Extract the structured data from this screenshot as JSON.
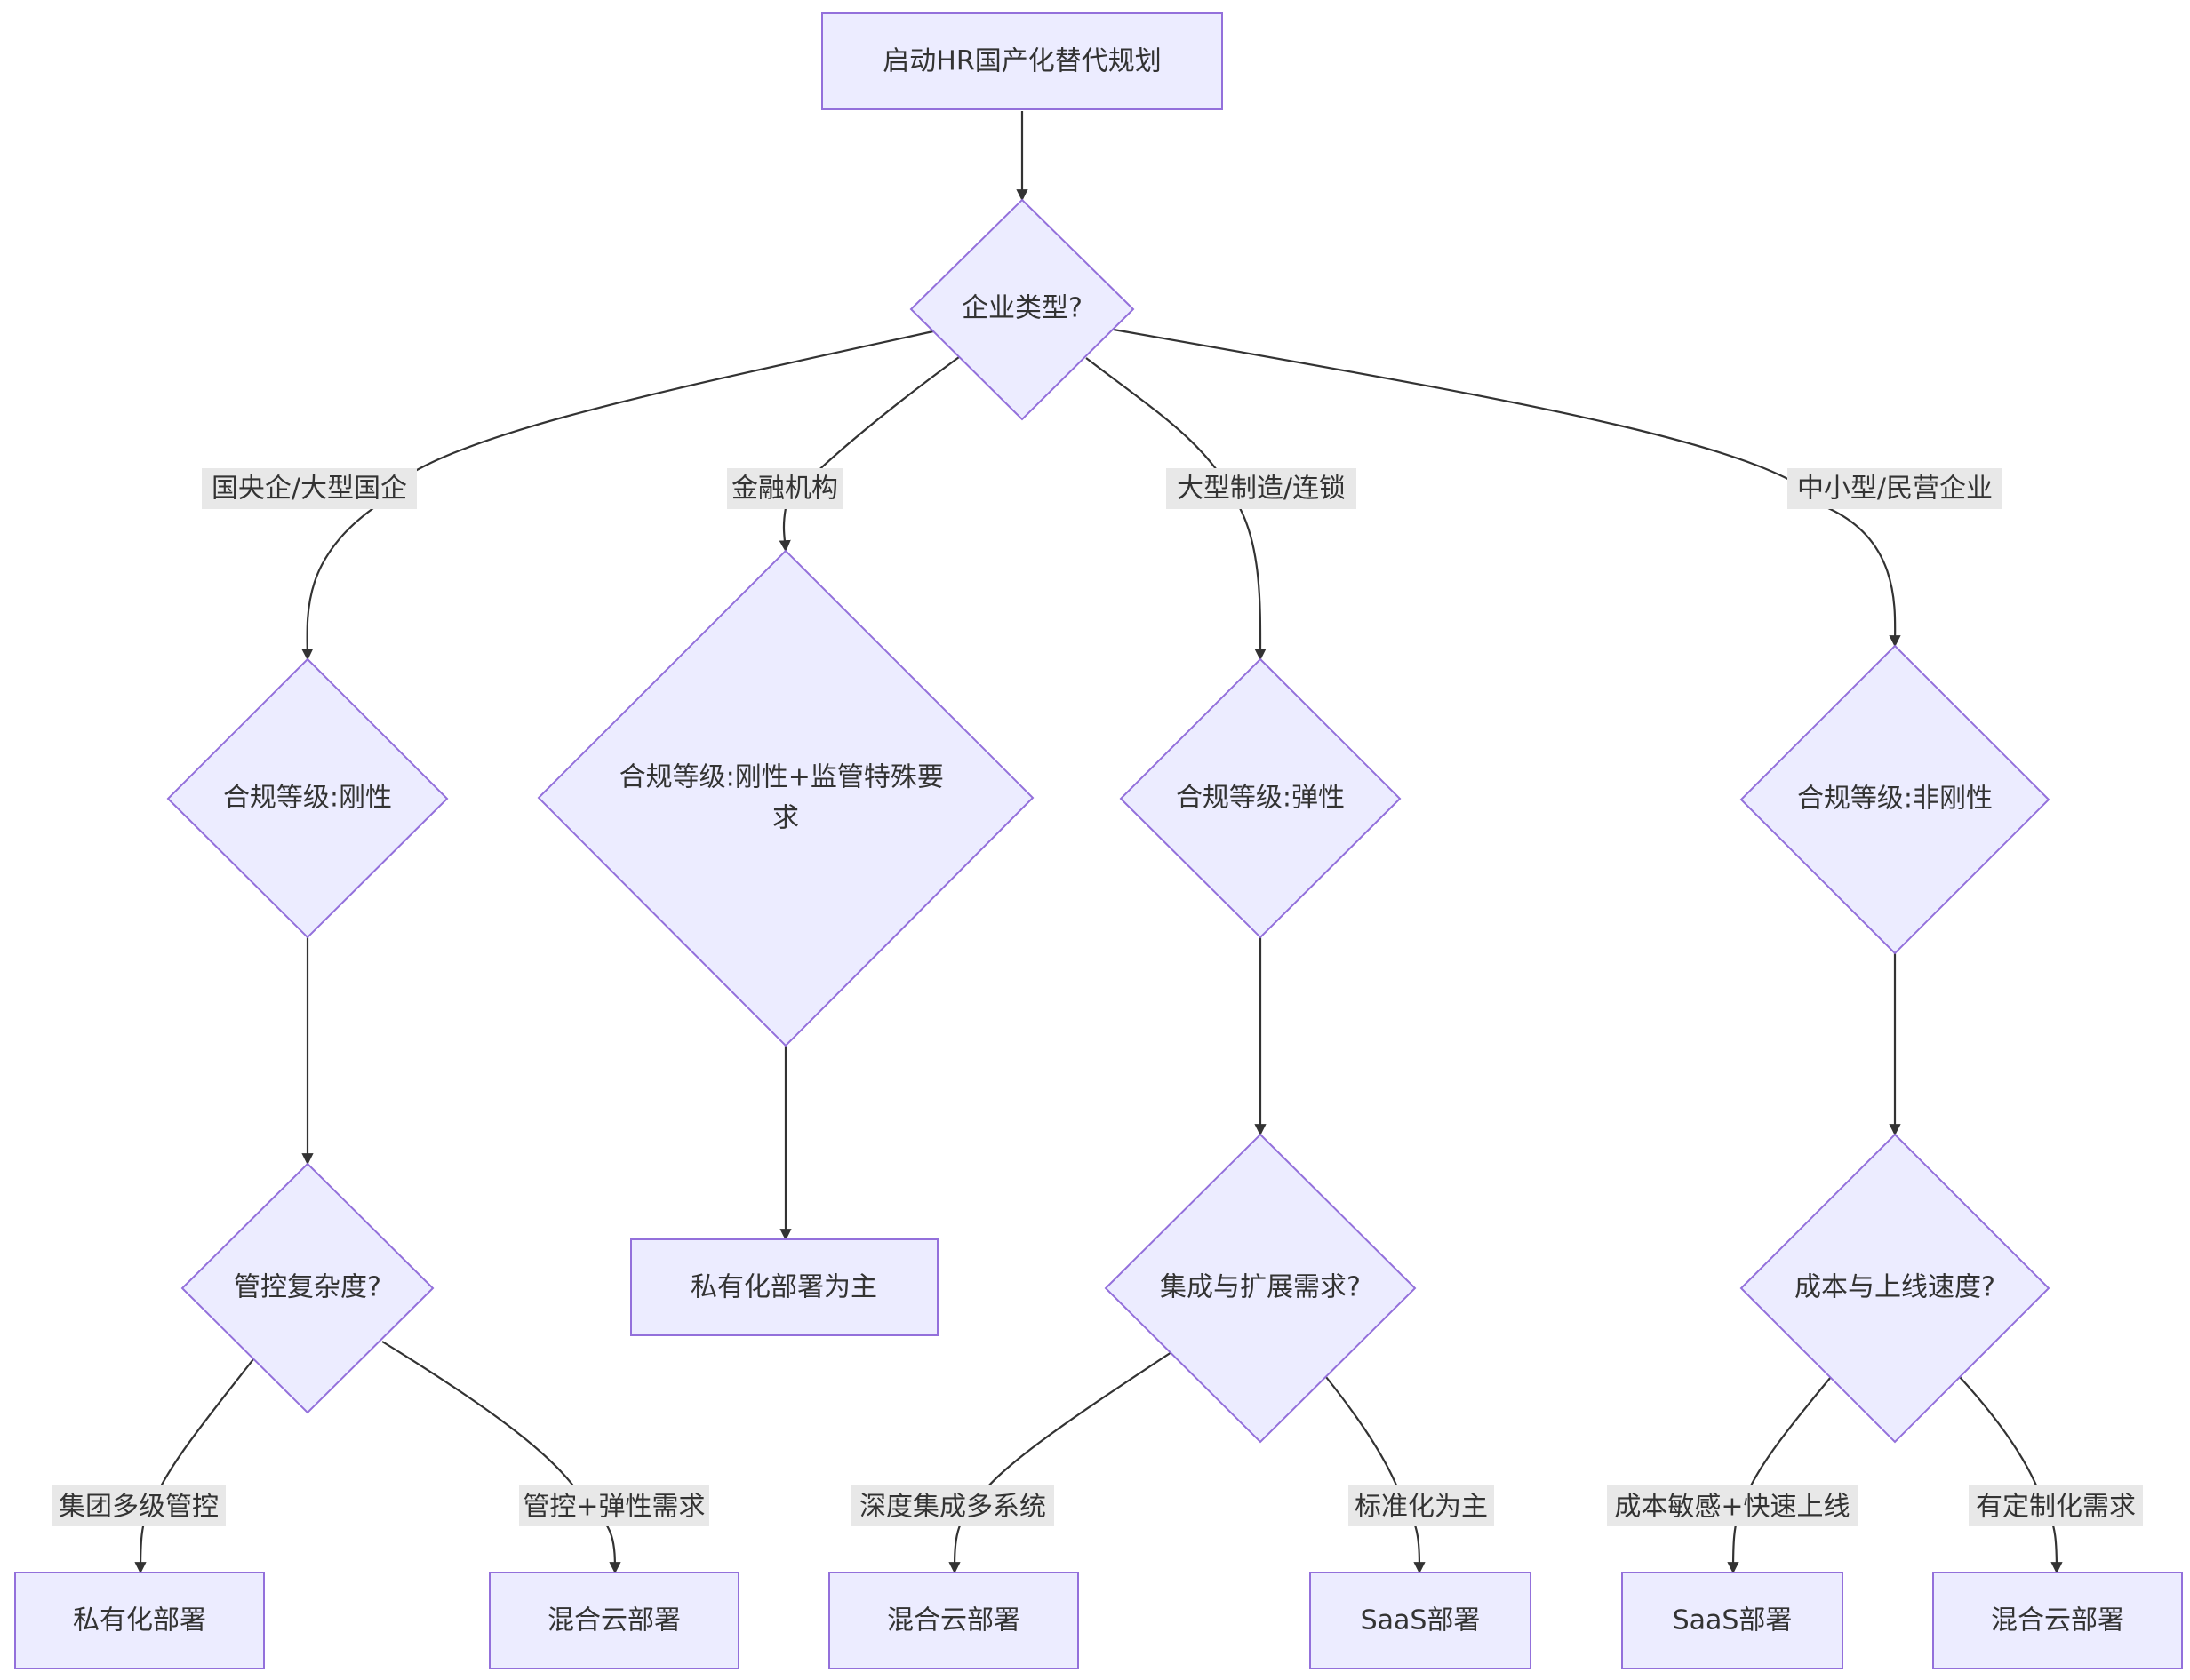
{
  "nodes": {
    "start": "启动HR国产化替代规划",
    "q_type": "企业类型?",
    "c_rigid": "合规等级:刚性",
    "c_fin": "合规等级:刚性+监管特殊要求",
    "c_elastic": "合规等级:弹性",
    "c_nonrigid": "合规等级:非刚性",
    "q_control": "管控复杂度?",
    "r_fin": "私有化部署为主",
    "q_integration": "集成与扩展需求?",
    "q_cost": "成本与上线速度?",
    "r_private": "私有化部署",
    "r_hybrid1": "混合云部署",
    "r_hybrid2": "混合云部署",
    "r_saas1": "SaaS部署",
    "r_saas2": "SaaS部署",
    "r_hybrid3": "混合云部署"
  },
  "edge_labels": {
    "e_soe": "国央企/大型国企",
    "e_fin": "金融机构",
    "e_mfg": "大型制造/连锁",
    "e_sme": "中小型/民营企业",
    "e_group": "集团多级管控",
    "e_ctrl": "管控+弹性需求",
    "e_deep": "深度集成多系统",
    "e_std": "标准化为主",
    "e_cost": "成本敏感+快速上线",
    "e_custom": "有定制化需求"
  },
  "colors": {
    "node_fill": "#ececff",
    "node_stroke": "#9370db",
    "edge": "#333333",
    "label_bg": "#e8e8e8",
    "text": "#333333"
  }
}
